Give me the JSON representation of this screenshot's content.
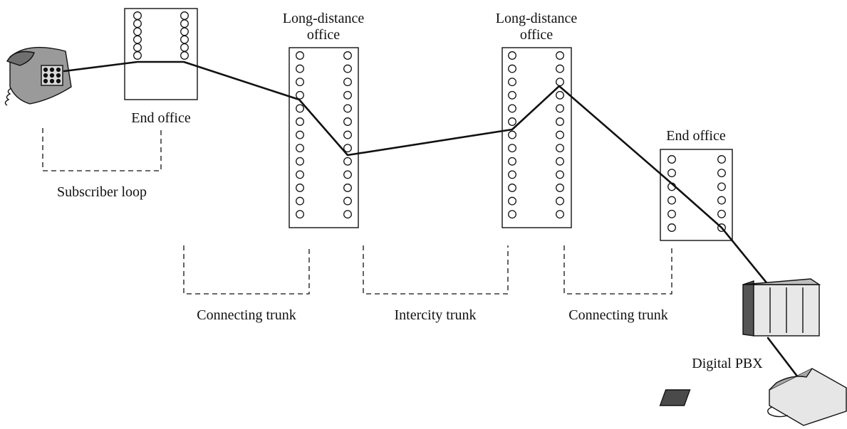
{
  "offices": {
    "end_office_left": "End office",
    "long_distance_1_line1": "Long-distance",
    "long_distance_1_line2": "office",
    "long_distance_2_line1": "Long-distance",
    "long_distance_2_line2": "office",
    "end_office_right": "End office"
  },
  "links": {
    "subscriber_loop": "Subscriber loop",
    "connecting_trunk_left": "Connecting trunk",
    "intercity_trunk": "Intercity trunk",
    "connecting_trunk_right": "Connecting trunk"
  },
  "equipment": {
    "pbx_label": "Digital PBX"
  },
  "icons": [
    "telephone-icon",
    "pbx-icon",
    "desk-phone-icon"
  ]
}
